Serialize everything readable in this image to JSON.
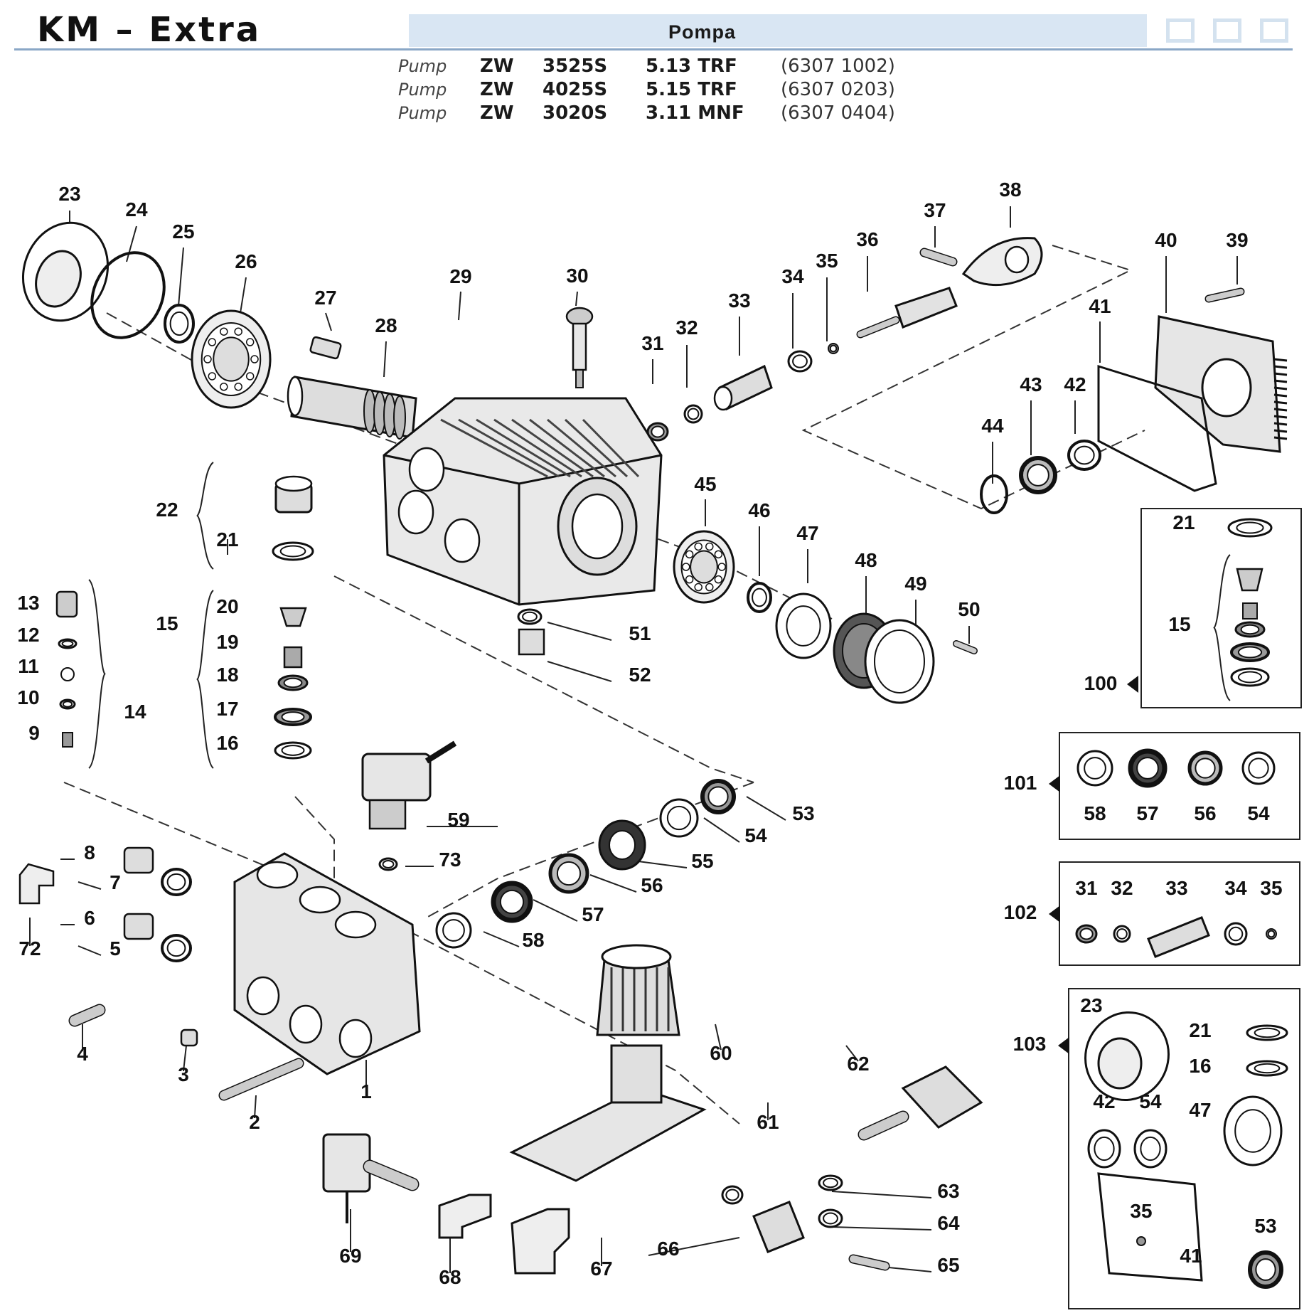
{
  "header": {
    "title": "KM – Extra",
    "subtitle": "Pompa"
  },
  "pumps": [
    {
      "label": "Pump",
      "series": "ZW",
      "model": "3525S",
      "spec": "5.13 TRF",
      "code": "(6307 1002)"
    },
    {
      "label": "Pump",
      "series": "ZW",
      "model": "4025S",
      "spec": "5.15 TRF",
      "code": "(6307 0203)"
    },
    {
      "label": "Pump",
      "series": "ZW",
      "model": "3020S",
      "spec": "3.11 MNF",
      "code": "(6307 0404)"
    }
  ],
  "callouts": [
    "23",
    "24",
    "25",
    "26",
    "27",
    "28",
    "29",
    "30",
    "31",
    "32",
    "33",
    "34",
    "35",
    "36",
    "37",
    "38",
    "40",
    "39",
    "41",
    "43",
    "42",
    "44",
    "45",
    "46",
    "47",
    "48",
    "49",
    "50",
    "51",
    "52",
    "22",
    "21",
    "20",
    "15",
    "19",
    "18",
    "17",
    "16",
    "13",
    "12",
    "11",
    "10",
    "9",
    "14",
    "59",
    "73",
    "53",
    "54",
    "55",
    "56",
    "57",
    "58",
    "8",
    "7",
    "6",
    "5",
    "72",
    "4",
    "3",
    "2",
    "1",
    "60",
    "61",
    "62",
    "63",
    "64",
    "65",
    "66",
    "67",
    "68",
    "69"
  ],
  "kits": [
    {
      "id": "100",
      "parts": [
        "21",
        "15"
      ]
    },
    {
      "id": "101",
      "parts": [
        "58",
        "57",
        "56",
        "54"
      ]
    },
    {
      "id": "102",
      "parts": [
        "31",
        "32",
        "33",
        "34",
        "35"
      ]
    },
    {
      "id": "103",
      "parts": [
        "23",
        "21",
        "16",
        "42",
        "54",
        "47",
        "35",
        "41",
        "53"
      ]
    }
  ]
}
